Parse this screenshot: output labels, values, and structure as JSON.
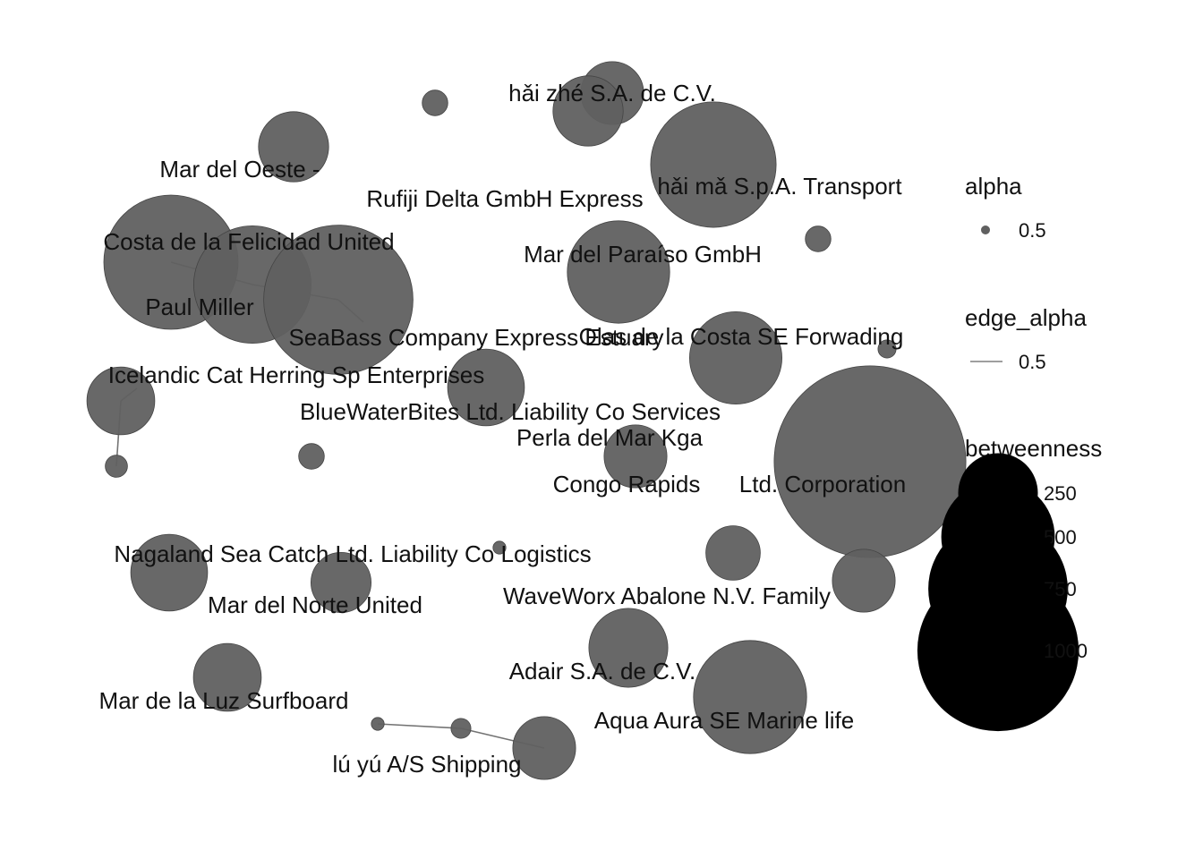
{
  "graph": {
    "type": "network",
    "node_color": "#606060",
    "edge_color": "#000000",
    "nodes": [
      {
        "id": "n1",
        "label": "",
        "betweenness": 20
      },
      {
        "id": "n2",
        "label": "hǎi zhé S.A. de C.V.",
        "betweenness": 120
      },
      {
        "id": "n3",
        "label": "",
        "betweenness": 150
      },
      {
        "id": "n4",
        "label": "Mar del Oeste -",
        "betweenness": 0
      },
      {
        "id": "n5",
        "label": "",
        "betweenness": 150
      },
      {
        "id": "n6",
        "label": "hǎi mǎ S.p.A. Transport",
        "betweenness": 0
      },
      {
        "id": "n7",
        "label": "",
        "betweenness": 480
      },
      {
        "id": "n8",
        "label": "Rufiji Delta  GmbH Express",
        "betweenness": 0
      },
      {
        "id": "n9",
        "label": "",
        "betweenness": 20
      },
      {
        "id": "n10",
        "label": "Costa de la Felicidad United",
        "betweenness": 0
      },
      {
        "id": "n11",
        "label": "",
        "betweenness": 550
      },
      {
        "id": "n12",
        "label": "Mar del Paraíso GmbH",
        "betweenness": 0
      },
      {
        "id": "n13",
        "label": "",
        "betweenness": 320
      },
      {
        "id": "n14",
        "label": "",
        "betweenness": 420
      },
      {
        "id": "n15",
        "label": "Paul Miller",
        "betweenness": 0
      },
      {
        "id": "n16",
        "label": "",
        "betweenness": 680
      },
      {
        "id": "n17",
        "label": "SeaBass Company Express Estuary",
        "betweenness": 0
      },
      {
        "id": "n18",
        "label": "Olas de la Costa SE Forwading",
        "betweenness": 0
      },
      {
        "id": "n19",
        "label": "",
        "betweenness": 260
      },
      {
        "id": "n20",
        "label": "",
        "betweenness": 10
      },
      {
        "id": "n21",
        "label": "Icelandic Cat Herring Sp Enterprises",
        "betweenness": 0
      },
      {
        "id": "n22",
        "label": "",
        "betweenness": 140
      },
      {
        "id": "n23",
        "label": "",
        "betweenness": 180
      },
      {
        "id": "n24",
        "label": "BlueWaterBites Ltd. Liability Co Services",
        "betweenness": 0
      },
      {
        "id": "n25",
        "label": "Perla del Mar Kga",
        "betweenness": 0
      },
      {
        "id": "n26",
        "label": "",
        "betweenness": 15
      },
      {
        "id": "n27",
        "label": "",
        "betweenness": 20
      },
      {
        "id": "n28",
        "label": "",
        "betweenness": 120
      },
      {
        "id": "n29",
        "label": "Congo Rapids",
        "betweenness": 0
      },
      {
        "id": "n30",
        "label": "",
        "betweenness": 1120
      },
      {
        "id": "n31",
        "label": "Ltd. Corporation",
        "betweenness": 0
      },
      {
        "id": "n32",
        "label": "Nagaland Sea Catch Ltd. Liability Co Logistics",
        "betweenness": 0
      },
      {
        "id": "n33",
        "label": "",
        "betweenness": 5
      },
      {
        "id": "n34",
        "label": "",
        "betweenness": 90
      },
      {
        "id": "n35",
        "label": "",
        "betweenness": 180
      },
      {
        "id": "n36",
        "label": "",
        "betweenness": 110
      },
      {
        "id": "n37",
        "label": "Mar del Norte United",
        "betweenness": 0
      },
      {
        "id": "n38",
        "label": "",
        "betweenness": 120
      },
      {
        "id": "n39",
        "label": "WaveWorx Abalone N.V. Family",
        "betweenness": 0
      },
      {
        "id": "n40",
        "label": "",
        "betweenness": 190
      },
      {
        "id": "n41",
        "label": "Adair S.A. de C.V.",
        "betweenness": 0
      },
      {
        "id": "n42",
        "label": "",
        "betweenness": 140
      },
      {
        "id": "n43",
        "label": "Mar de la Luz Surfboard",
        "betweenness": 0
      },
      {
        "id": "n44",
        "label": "",
        "betweenness": 390
      },
      {
        "id": "n45",
        "label": "Aqua Aura SE Marine life",
        "betweenness": 0
      },
      {
        "id": "n46",
        "label": "",
        "betweenness": 5
      },
      {
        "id": "n47",
        "label": "",
        "betweenness": 12
      },
      {
        "id": "n48",
        "label": "",
        "betweenness": 120
      },
      {
        "id": "n49",
        "label": "lú yú A/S Shipping",
        "betweenness": 0
      }
    ],
    "edges": [
      {
        "source": "n11",
        "target": "n14"
      },
      {
        "source": "n14",
        "target": "n16"
      },
      {
        "source": "n16",
        "target": "n17"
      },
      {
        "source": "n22",
        "target": "n21"
      },
      {
        "source": "n22",
        "target": "n26"
      },
      {
        "source": "n46",
        "target": "n47"
      },
      {
        "source": "n47",
        "target": "n48"
      }
    ]
  },
  "legend": {
    "alpha": {
      "title": "alpha",
      "value_label": "0.5"
    },
    "edge_alpha": {
      "title": "edge_alpha",
      "value_label": "0.5"
    },
    "betweenness": {
      "title": "betweenness",
      "breaks": [
        {
          "label": "250",
          "value": 250
        },
        {
          "label": "500",
          "value": 500
        },
        {
          "label": "750",
          "value": 750
        },
        {
          "label": "1000",
          "value": 1000
        }
      ]
    }
  }
}
